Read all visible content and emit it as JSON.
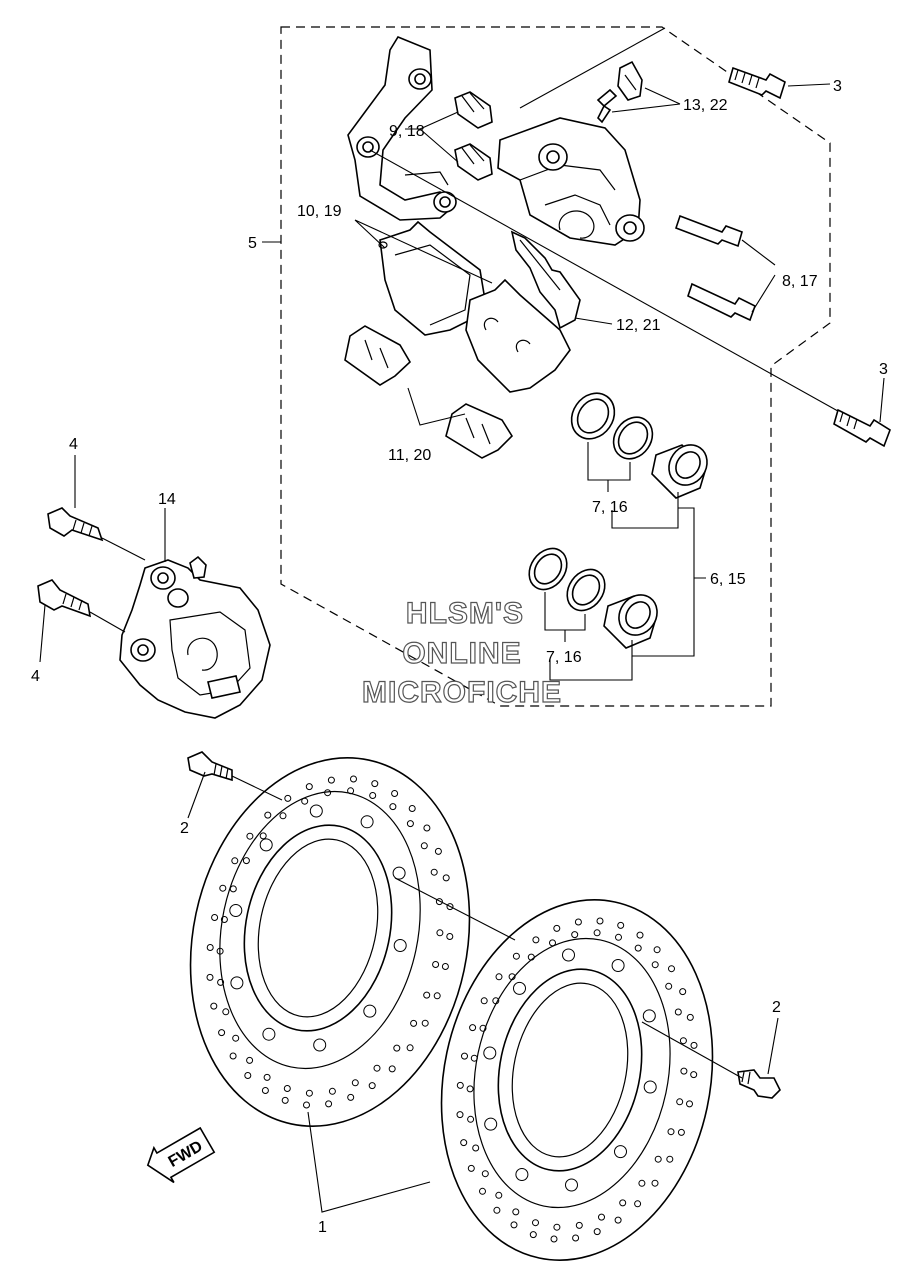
{
  "labels": {
    "l1": "1",
    "l2a": "2",
    "l2b": "2",
    "l3a": "3",
    "l3b": "3",
    "l4a": "4",
    "l4b": "4",
    "l5": "5",
    "l6_15": "6, 15",
    "l7_16a": "7, 16",
    "l7_16b": "7, 16",
    "l8_17": "8, 17",
    "l9_18": "9, 18",
    "l10_19": "10, 19",
    "l11_20": "11, 20",
    "l12_21": "12, 21",
    "l13_22": "13, 22",
    "l14": "14"
  },
  "watermark": {
    "line1": "HLSM'S",
    "line2": "ONLINE",
    "line3": "MICROFICHE"
  },
  "fwd_arrow": "FWD",
  "colors": {
    "line": "#000000",
    "background": "#ffffff",
    "watermark_stroke": "#555555"
  }
}
